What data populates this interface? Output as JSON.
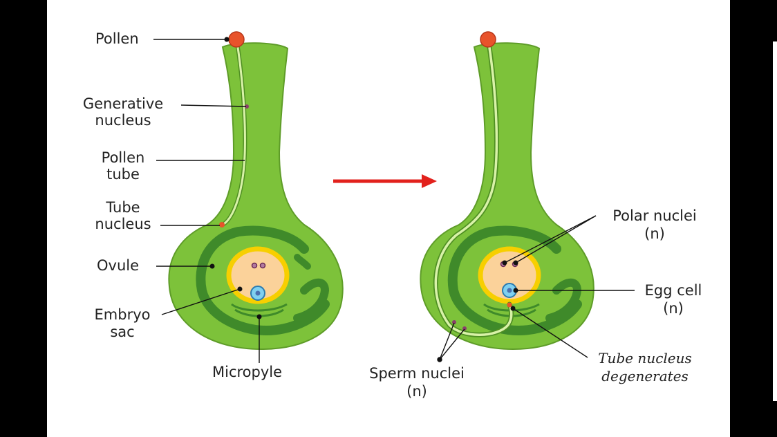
{
  "labels": {
    "pollen": "Pollen",
    "generative_nucleus": [
      "Generative",
      "nucleus"
    ],
    "pollen_tube": [
      "Pollen",
      "tube"
    ],
    "tube_nucleus": [
      "Tube",
      "nucleus"
    ],
    "ovule": "Ovule",
    "embryo_sac": [
      "Embryo",
      "sac"
    ],
    "micropyle": "Micropyle",
    "polar_nuclei": [
      "Polar nuclei",
      "(n)"
    ],
    "egg_cell": [
      "Egg cell",
      "(n)"
    ],
    "tube_nucleus_degenerates": [
      "Tube nucleus",
      "degenerates"
    ],
    "sperm_nuclei": [
      "Sperm nuclei",
      "(n)"
    ]
  },
  "colors": {
    "pistil_green": "#7dc23a",
    "pistil_outline": "#5e9c28",
    "integument_dark_green": "#3f8a2a",
    "embryo_sac_fill": "#fbd29a",
    "embryo_sac_ring": "#f7cf00",
    "pollen_orange": "#e8532b",
    "arrow_red": "#e2211c",
    "egg_blue": "#7fd0f0",
    "polar_purple": "#8a3f6a"
  }
}
